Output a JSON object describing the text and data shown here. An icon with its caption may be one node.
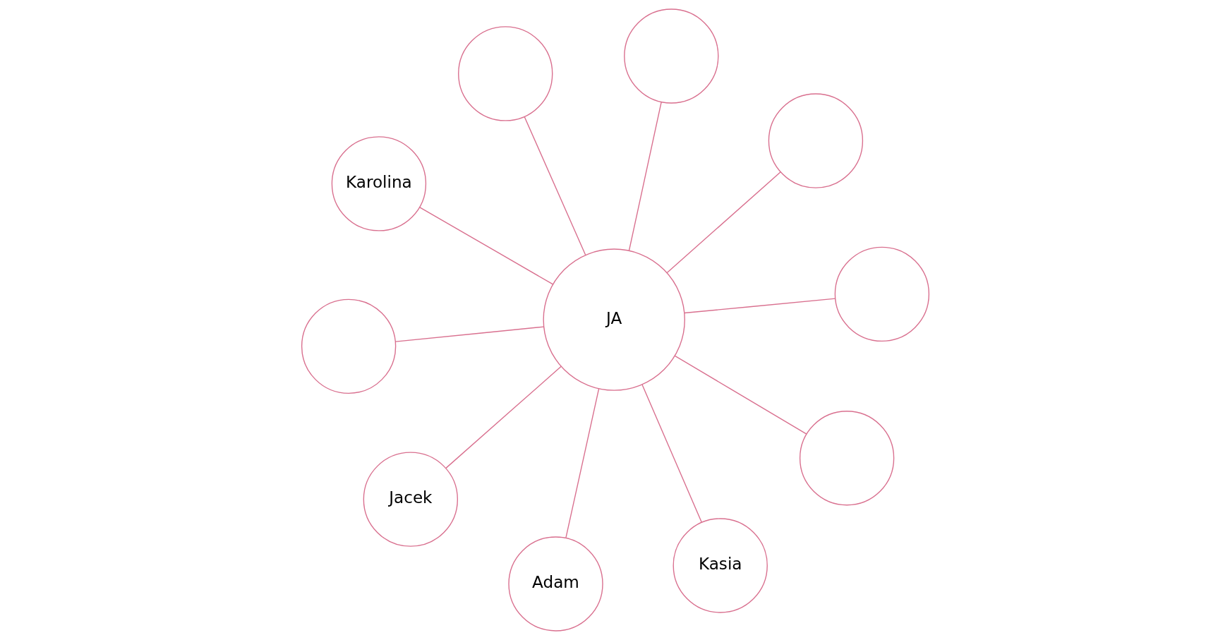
{
  "diagram": {
    "nodes": [
      {
        "text": [
          "Karolina"
        ]
      },
      {
        "text": [],
        "shape": "circle"
      },
      {
        "text": [
          "Adam"
        ]
      },
      {
        "text": [],
        "shape": "circle"
      },
      {
        "text": [
          "JA"
        ]
      },
      {
        "text": [],
        "shape": "circle"
      },
      {
        "text": [
          "Jacek"
        ]
      },
      {
        "text": [],
        "shape": "circle"
      },
      {
        "text": [],
        "shape": "circle"
      },
      {
        "text": [],
        "shape": "circle"
      },
      {
        "text": [
          "Kasia"
        ]
      }
    ],
    "edges": [
      {
        "from": 4,
        "to": 0,
        "arrow": "none"
      },
      {
        "from": 4,
        "to": 1,
        "arrow": "none"
      },
      {
        "from": 4,
        "to": 2,
        "arrow": "none"
      },
      {
        "from": 4,
        "to": 3,
        "arrow": "none"
      },
      {
        "from": 4,
        "to": 5,
        "arrow": "none"
      },
      {
        "from": 4,
        "to": 6,
        "arrow": "none"
      },
      {
        "from": 4,
        "to": 7,
        "arrow": "none"
      },
      {
        "from": 4,
        "to": 8,
        "arrow": "none"
      },
      {
        "from": 4,
        "to": 9,
        "arrow": "none"
      },
      {
        "from": 4,
        "to": 10,
        "arrow": "none"
      }
    ]
  }
}
